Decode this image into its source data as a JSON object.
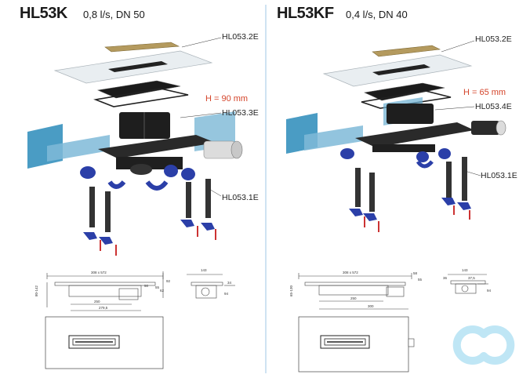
{
  "left": {
    "model": "HL53K",
    "spec": "0,8 l/s, DN 50",
    "parts": {
      "top": "HL053.2E",
      "middle": "HL053.3E",
      "legs": "HL053.1E"
    },
    "height": "H = 90 mm",
    "dims": [
      "308 x 572",
      "143",
      "80-142",
      "94",
      "250",
      "50",
      "279,5",
      "92",
      "55",
      "34",
      "62"
    ]
  },
  "right": {
    "model": "HL53KF",
    "spec": "0,4 l/s, DN 40",
    "parts": {
      "top": "HL053.2E",
      "middle": "HL053.4E",
      "legs": "HL053.1E"
    },
    "height": "H = 65 mm",
    "dims": [
      "308 x 572",
      "143",
      "65-130",
      "250",
      "300",
      "58",
      "37,5",
      "55",
      "36",
      "94"
    ]
  },
  "colors": {
    "accent_red": "#d4442a",
    "membrane_blue": "#4a9cc4",
    "fitting_blue": "#2b3fa8",
    "brand_logo": "#bfe6f5"
  },
  "icons": {
    "logo": "brand-logo-icon"
  }
}
